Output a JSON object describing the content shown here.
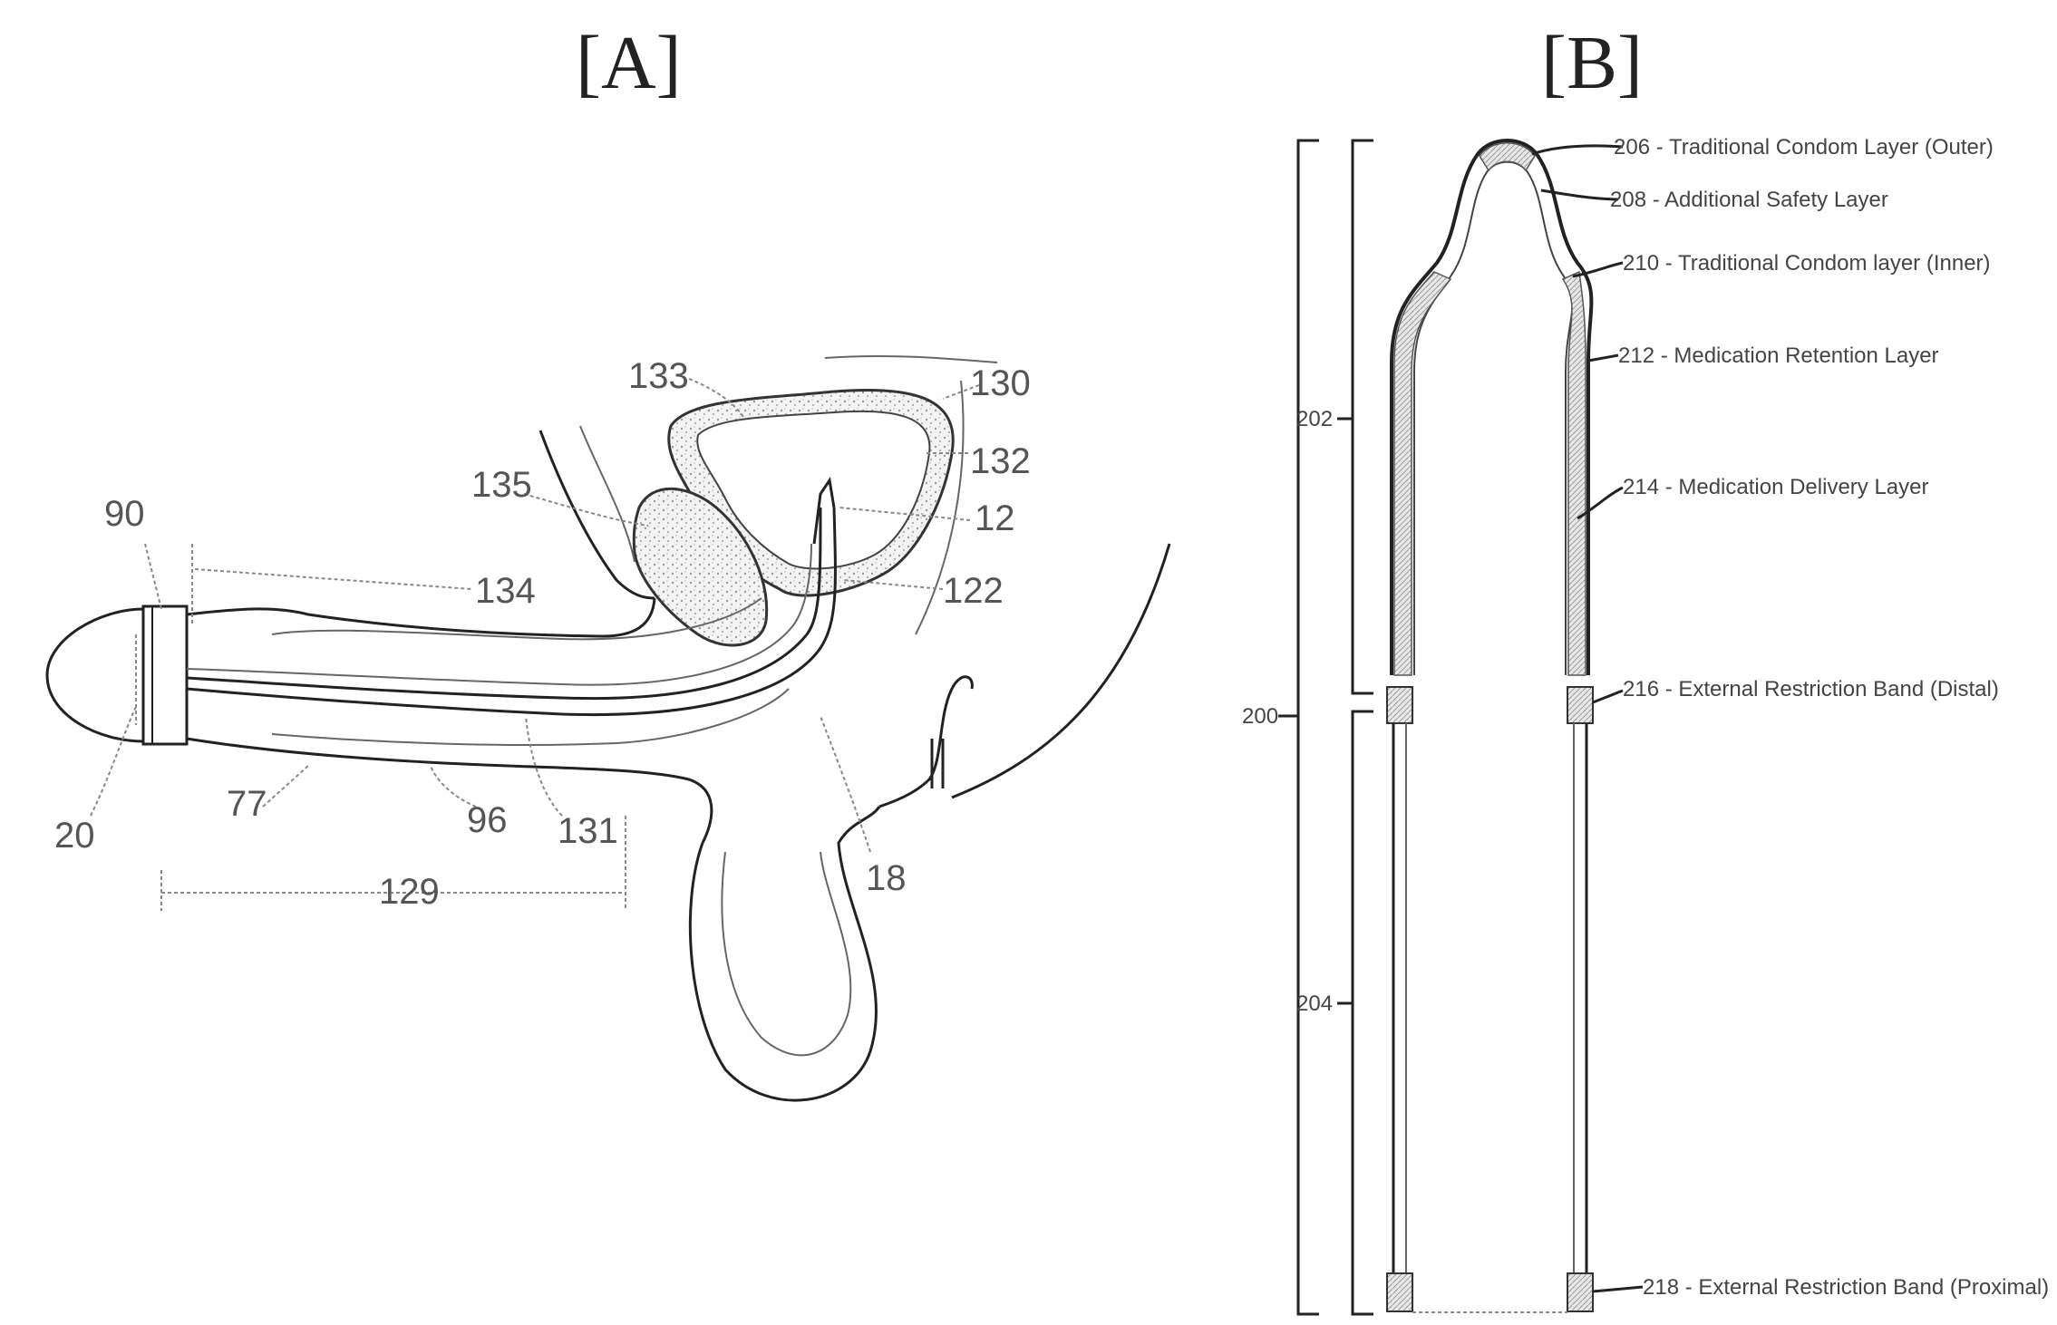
{
  "panel_a": {
    "title": "[A]",
    "labels": [
      {
        "id": "l133",
        "text": "133"
      },
      {
        "id": "l130",
        "text": "130"
      },
      {
        "id": "l132",
        "text": "132"
      },
      {
        "id": "l135",
        "text": "135"
      },
      {
        "id": "l12",
        "text": "12"
      },
      {
        "id": "l90",
        "text": "90"
      },
      {
        "id": "l134",
        "text": "134"
      },
      {
        "id": "l122",
        "text": "122"
      },
      {
        "id": "l77",
        "text": "77"
      },
      {
        "id": "l96",
        "text": "96"
      },
      {
        "id": "l131",
        "text": "131"
      },
      {
        "id": "l20",
        "text": "20"
      },
      {
        "id": "l129",
        "text": "129"
      },
      {
        "id": "l18",
        "text": "18"
      }
    ]
  },
  "panel_b": {
    "title": "[B]",
    "layers": [
      {
        "id": "b206",
        "text": "206 - Traditional Condom Layer (Outer)"
      },
      {
        "id": "b208",
        "text": "208 - Additional Safety Layer"
      },
      {
        "id": "b210",
        "text": "210 - Traditional Condom layer (Inner)"
      },
      {
        "id": "b212",
        "text": "212 - Medication Retention Layer"
      },
      {
        "id": "b214",
        "text": "214 - Medication Delivery Layer"
      },
      {
        "id": "b216",
        "text": "216 - External Restriction Band (Distal)"
      },
      {
        "id": "b218",
        "text": "218 - External Restriction Band (Proximal)"
      }
    ],
    "brackets": [
      {
        "id": "k200",
        "text": "200"
      },
      {
        "id": "k202",
        "text": "202"
      },
      {
        "id": "k204",
        "text": "204"
      }
    ]
  }
}
